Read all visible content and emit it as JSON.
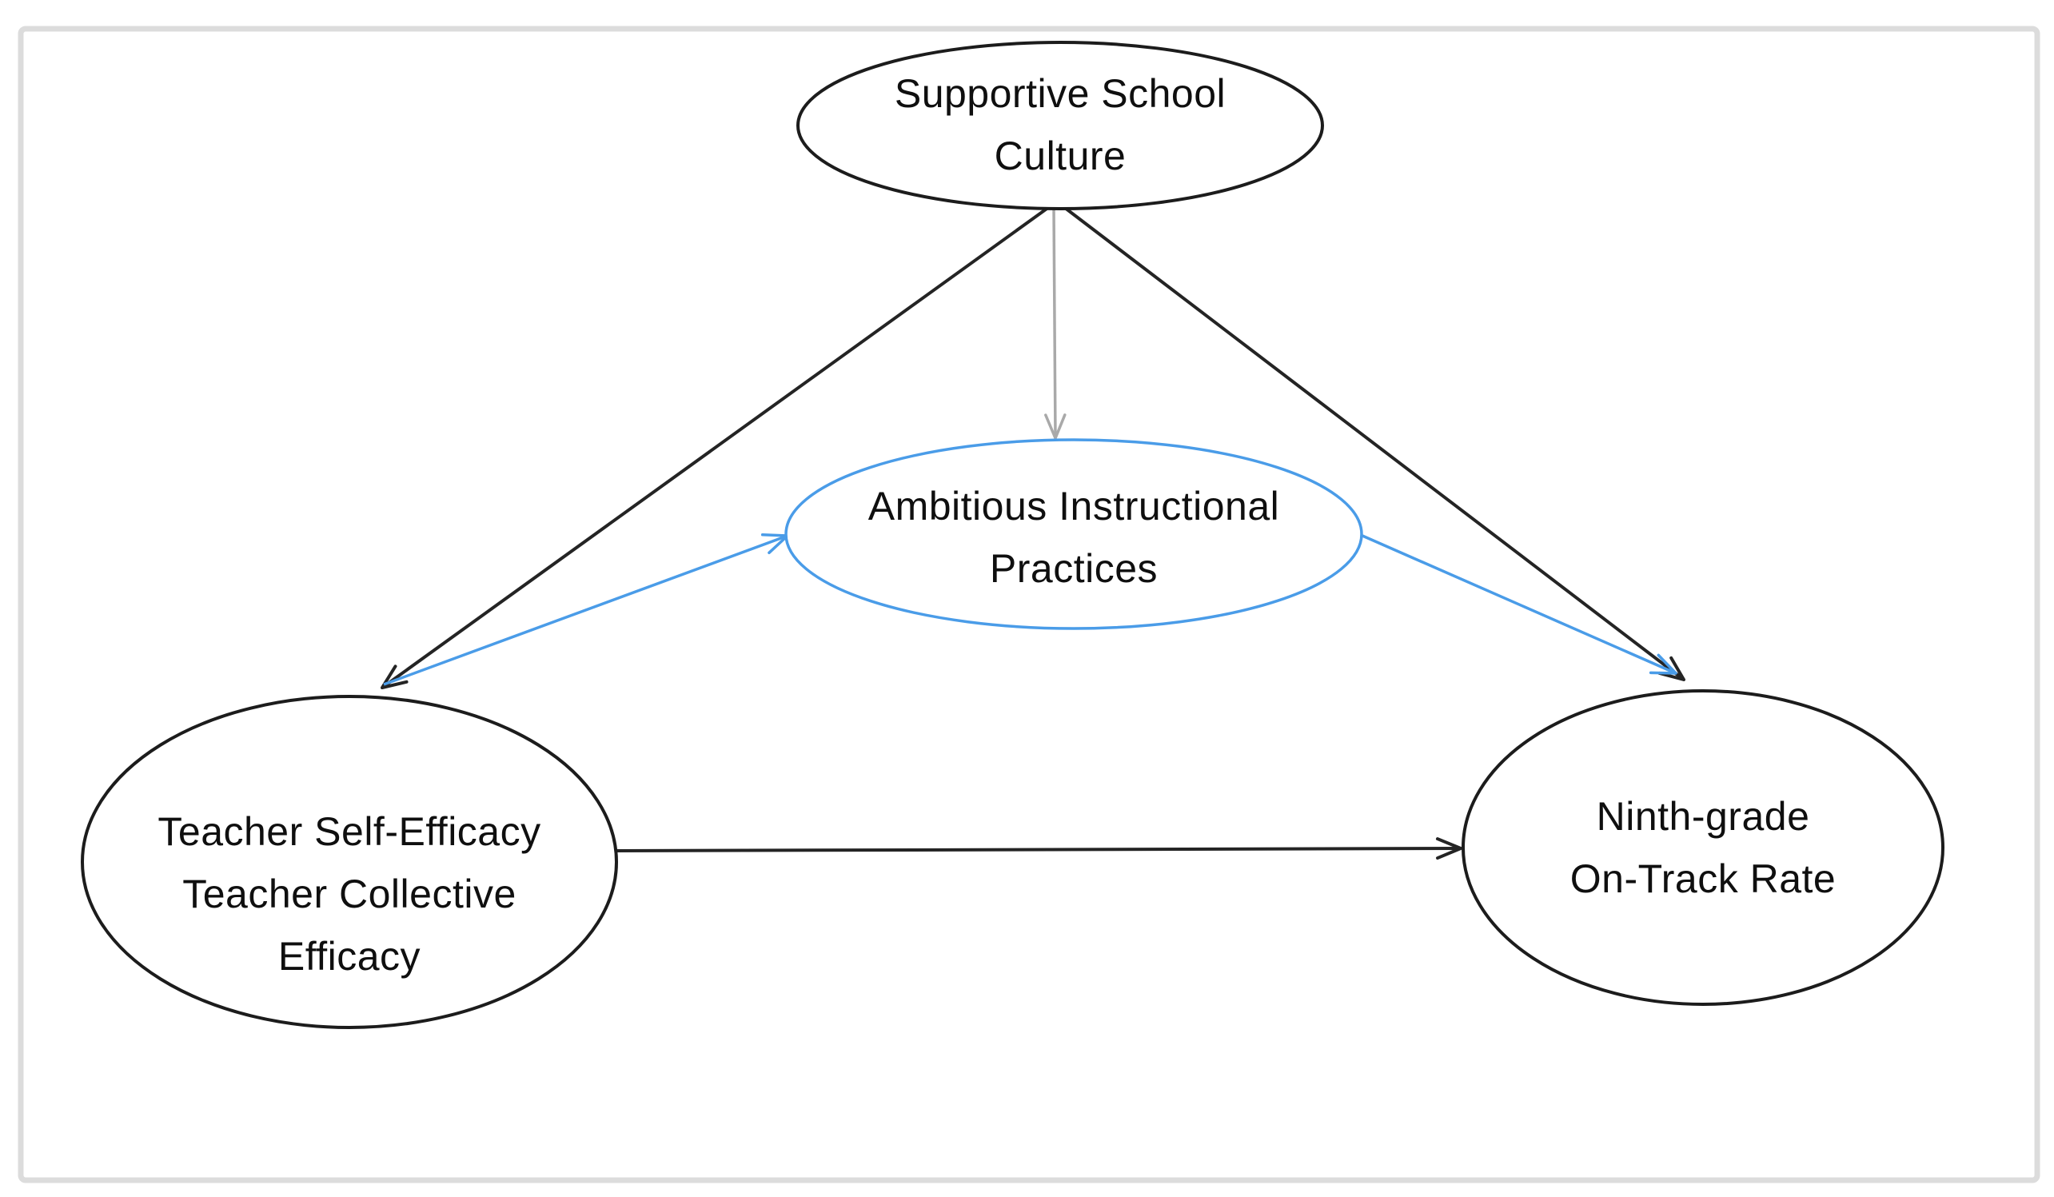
{
  "diagram": {
    "type": "path-model",
    "nodes": [
      {
        "id": "supportive-school-culture",
        "label": "Supportive School\nCulture",
        "shape": "ellipse",
        "outline_color_name": "black"
      },
      {
        "id": "ambitious-instructional-practices",
        "label": "Ambitious Instructional\nPractices",
        "shape": "ellipse",
        "outline_color_name": "blue"
      },
      {
        "id": "teacher-efficacy",
        "label": "Teacher Self-Efficacy\nTeacher Collective\nEfficacy",
        "shape": "ellipse",
        "outline_color_name": "black"
      },
      {
        "id": "ninth-grade-on-track-rate",
        "label": "Ninth-grade\nOn-Track Rate",
        "shape": "ellipse",
        "outline_color_name": "black"
      }
    ],
    "edges": [
      {
        "id": "culture-to-efficacy",
        "from": "Supportive School Culture",
        "to": "Teacher Self-Efficacy Teacher Collective Efficacy",
        "color_name": "black",
        "arrowhead": "open-v at teacher-efficacy end"
      },
      {
        "id": "culture-to-practices",
        "from": "Supportive School Culture",
        "to": "Ambitious Instructional Practices",
        "color_name": "gray",
        "arrowhead": "open-v at practices end"
      },
      {
        "id": "culture-to-ontrack",
        "from": "Supportive School Culture",
        "to": "Ninth-grade On-Track Rate",
        "color_name": "black",
        "arrowhead": "open-v at on-track end"
      },
      {
        "id": "efficacy-to-practices",
        "from": "Teacher Self-Efficacy Teacher Collective Efficacy",
        "to": "Ambitious Instructional Practices",
        "color_name": "blue",
        "arrowhead": "open-v at practices end"
      },
      {
        "id": "practices-to-ontrack",
        "from": "Ambitious Instructional Practices",
        "to": "Ninth-grade On-Track Rate",
        "color_name": "blue",
        "arrowhead": "open-v at on-track end"
      },
      {
        "id": "efficacy-to-ontrack",
        "from": "Teacher Self-Efficacy Teacher Collective Efficacy",
        "to": "Ninth-grade On-Track Rate",
        "color_name": "black",
        "arrowhead": "open-v at on-track end"
      }
    ]
  },
  "colors": {
    "node_outline": "#1c1c1c",
    "accent_blue": "#4a9ce8",
    "arrow_black": "#242424",
    "arrow_gray": "#a9a9a9",
    "frame_border": "#dcdcdc",
    "text": "#0f0f0f",
    "background": "#ffffff"
  }
}
